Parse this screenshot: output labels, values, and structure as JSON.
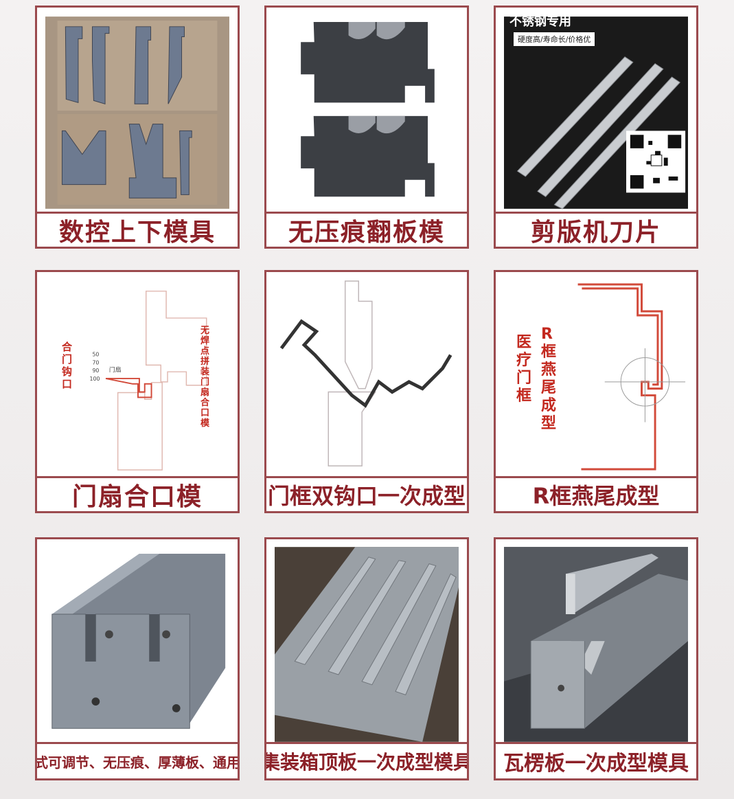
{
  "cards": [
    {
      "caption": "数控上下模具",
      "image": "press-brake-upper-lower-dies-photo"
    },
    {
      "caption": "无压痕翻板模",
      "image": "no-indentation-flip-die-photo"
    },
    {
      "caption": "剪版机刀片",
      "image": "shear-blade-photo",
      "overlay_title": "不锈钢专用",
      "overlay_subtitle": "硬度高/寿命长/价格优",
      "qr": "qr-code"
    },
    {
      "caption": "门扇合口模",
      "image": "door-leaf-joint-die-diagram",
      "label_left": "合门钩口",
      "label_right": "无焊点拼装门扇合口模",
      "inner_label": "门扇",
      "ticks": [
        "50",
        "70",
        "90",
        "100"
      ]
    },
    {
      "caption": "门框双钩口一次成型",
      "image": "door-frame-double-hook-diagram"
    },
    {
      "caption": "R框燕尾成型",
      "image": "r-frame-dovetail-diagram",
      "label_left": "医疗门框",
      "label_right": "R框燕尾成型"
    },
    {
      "caption": "镶块式可调节、无压痕、厚薄板、通用下模",
      "image": "insert-adjustable-lower-die-photo"
    },
    {
      "caption": "集装箱顶板一次成型模具",
      "image": "container-roof-panel-die-photo"
    },
    {
      "caption": "瓦楞板一次成型模具",
      "image": "corrugated-board-die-photo"
    }
  ],
  "colors": {
    "border": "#9b4a4e",
    "caption": "#8c2128",
    "background": "#efeded",
    "diagram_red": "#d24a3a"
  }
}
